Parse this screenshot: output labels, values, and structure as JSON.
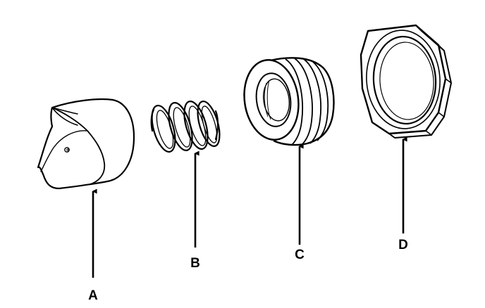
{
  "parts": [
    {
      "id": "A",
      "label": "A",
      "shape": "cap"
    },
    {
      "id": "B",
      "label": "B",
      "shape": "coil-spring"
    },
    {
      "id": "C",
      "label": "C",
      "shape": "threaded-bushing"
    },
    {
      "id": "D",
      "label": "D",
      "shape": "hex-nut"
    }
  ],
  "colors": {
    "ink": "#000000",
    "paper": "#ffffff"
  }
}
